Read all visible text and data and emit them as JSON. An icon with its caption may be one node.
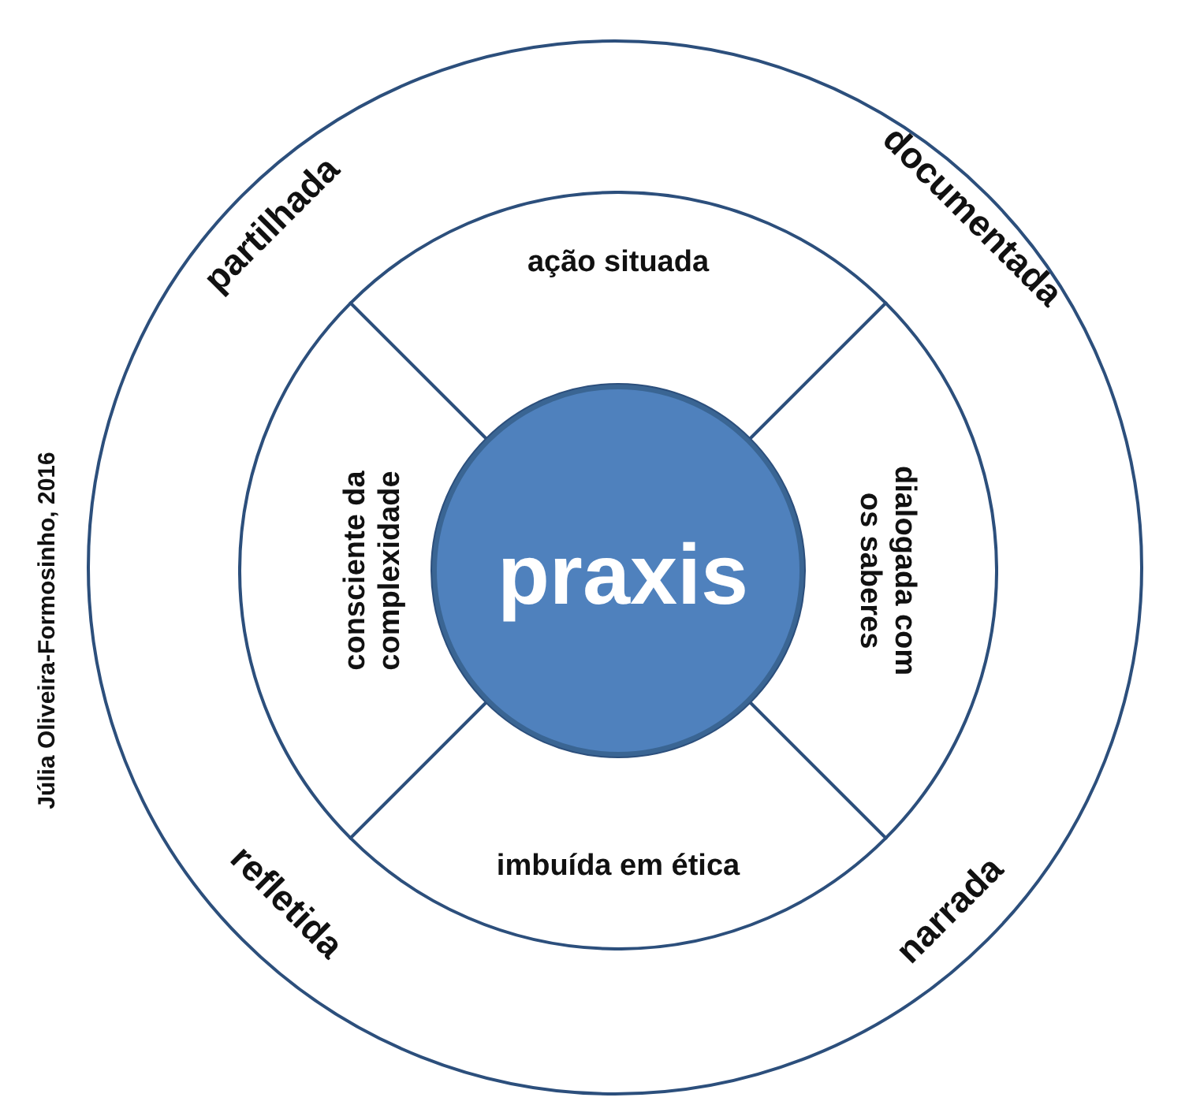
{
  "diagram": {
    "nodes": [
      {
        "text": [
          "partilhada",
          "documentada",
          "refletida",
          "narrada"
        ]
      },
      {
        "text": [
          "ação situada"
        ],
        "in": 0
      },
      {
        "text": [
          "consciente da complexidade"
        ],
        "in": 0
      },
      {
        "text": [
          "dialogada com os saberes"
        ],
        "in": 0
      },
      {
        "text": [
          "imbuída em ética"
        ],
        "in": 0
      },
      {
        "text": [
          "praxis"
        ],
        "in": 0
      }
    ],
    "labels": [
      "Júlia Oliveira-Formosinho, 2016"
    ]
  }
}
